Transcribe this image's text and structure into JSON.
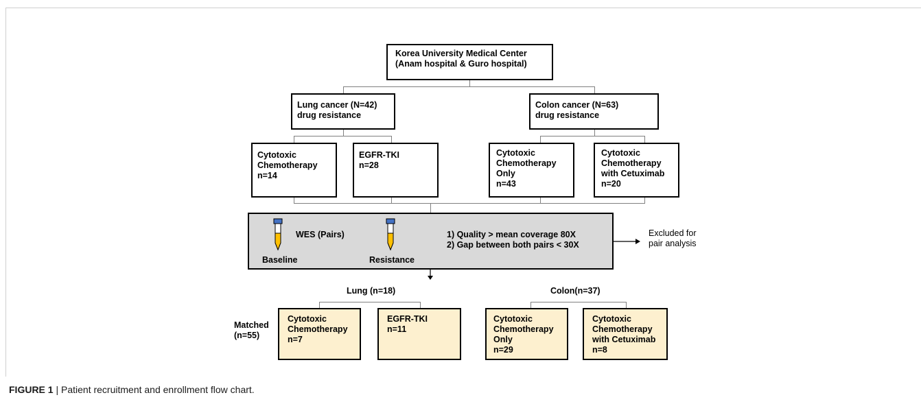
{
  "root": "Korea University Medical Center\n(Anam hospital & Guro hospital)",
  "lung_group": "Lung cancer (N=42)\ndrug resistance",
  "colon_group": "Colon cancer (N=63)\ndrug resistance",
  "lung_cyto": "Cytotoxic\nChemotherapy\nn=14",
  "lung_egfr": "EGFR-TKI\nn=28",
  "colon_only": "Cytotoxic\nChemotherapy\nOnly\nn=43",
  "colon_cetux": "Cytotoxic\nChemotherapy\nwith Cetuximab\nn=20",
  "wes": {
    "title": "WES (Pairs)",
    "baseline": "Baseline",
    "resistance": "Resistance",
    "criteria": "1) Quality > mean coverage 80X\n2) Gap between both pairs < 30X",
    "tube_cap_color": "#4472c4",
    "tube_fill_color": "#ffc000"
  },
  "excluded": "Excluded for\npair analysis",
  "lung_matched_label": "Lung (n=18)",
  "colon_matched_label": "Colon(n=37)",
  "matched_label": "Matched\n(n=55)",
  "m_lung_cyto": "Cytotoxic\nChemotherapy\nn=7",
  "m_lung_egfr": "EGFR-TKI\nn=11",
  "m_colon_only": "Cytotoxic\nChemotherapy\nOnly\nn=29",
  "m_colon_cetux": "Cytotoxic\nChemotherapy\nwith Cetuximab\nn=8",
  "caption": {
    "label": "FIGURE 1",
    "separator": " | ",
    "text": "Patient recruitment and enrollment flow chart."
  }
}
